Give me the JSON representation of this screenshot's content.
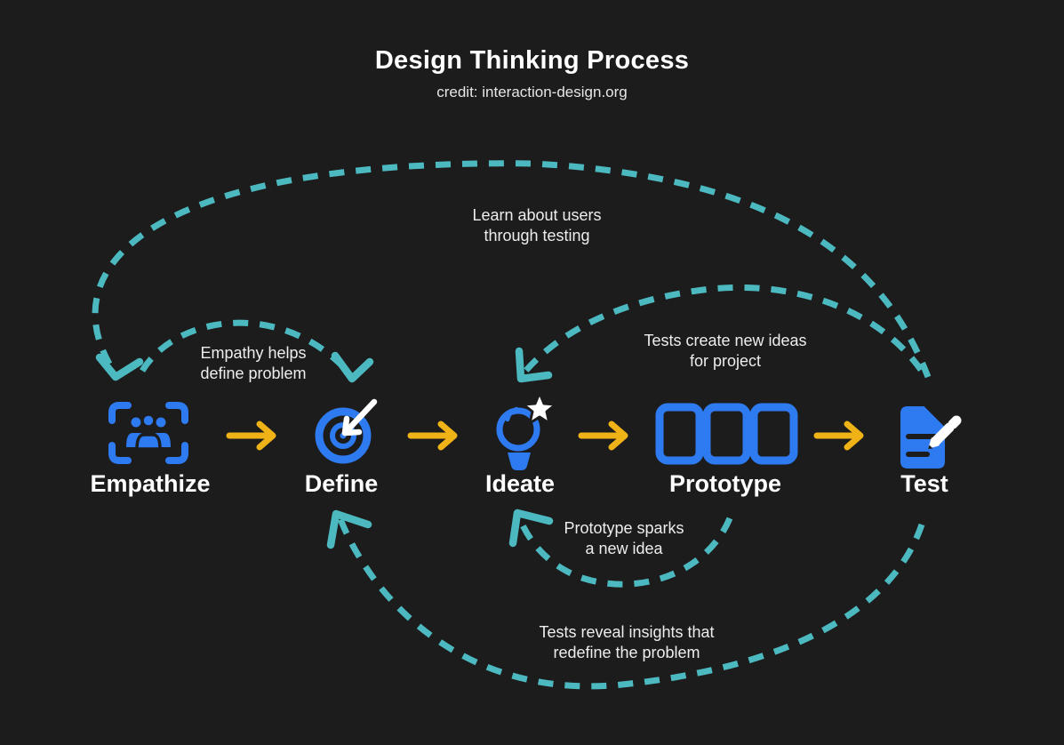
{
  "header": {
    "title": "Design Thinking Process",
    "credit": "credit: interaction-design.org"
  },
  "stages": [
    {
      "label": "Empathize",
      "icon": "people-in-frame-icon"
    },
    {
      "label": "Define",
      "icon": "target-arrow-icon"
    },
    {
      "label": "Ideate",
      "icon": "lightbulb-star-icon"
    },
    {
      "label": "Prototype",
      "icon": "screens-icon"
    },
    {
      "label": "Test",
      "icon": "document-pencil-icon"
    }
  ],
  "annotations": [
    {
      "text": "Learn about users\nthrough testing",
      "from": "Test",
      "to": "Empathize"
    },
    {
      "text": "Empathy helps\ndefine problem",
      "from": "Empathize",
      "to": "Define"
    },
    {
      "text": "Tests create new ideas\nfor project",
      "from": "Test",
      "to": "Ideate"
    },
    {
      "text": "Prototype sparks\na new idea",
      "from": "Prototype",
      "to": "Ideate"
    },
    {
      "text": "Tests reveal insights that\nredefine the problem",
      "from": "Test",
      "to": "Define"
    }
  ],
  "colors": {
    "background": "#1d1c1c",
    "stage_blue": "#2e7af0",
    "flow_yellow": "#efb317",
    "loop_teal": "#4cb9c0",
    "text_white": "#ffffff"
  }
}
